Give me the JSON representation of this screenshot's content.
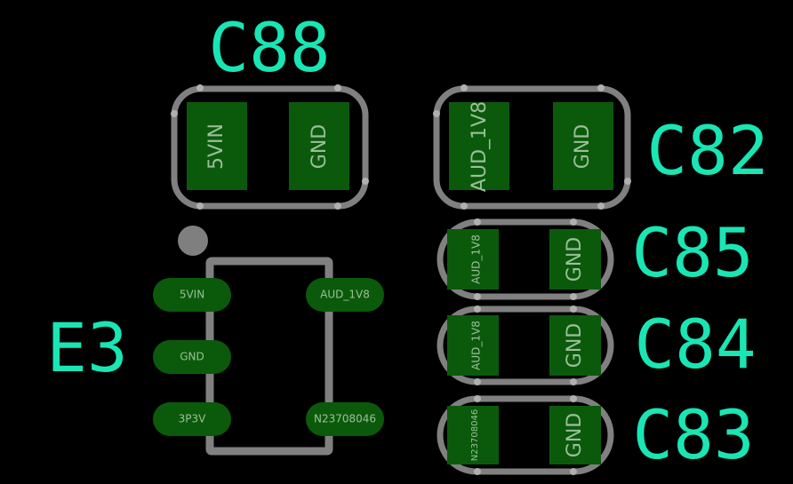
{
  "designators": {
    "c88": "C88",
    "c82": "C82",
    "c85": "C85",
    "c84": "C84",
    "c83": "C83",
    "e3": "E3"
  },
  "c88": {
    "pad1": "5VIN",
    "pad2": "GND"
  },
  "c82": {
    "pad1": "AUD_1V8",
    "pad2": "GND"
  },
  "c85": {
    "pad1": "AUD_1V8",
    "pad2": "GND"
  },
  "c84": {
    "pad1": "AUD_1V8",
    "pad2": "GND"
  },
  "c83": {
    "pad1": "N23708046",
    "pad2": "GND"
  },
  "e3": {
    "pin1": "5VIN",
    "pin2": "GND",
    "pin3": "3P3V",
    "pin4": "N23708046",
    "pin5": "AUD_1V8"
  },
  "colors": {
    "background": "#000000",
    "designator": "#19e6b4",
    "pad": "#0b5a0b",
    "outline": "#808080",
    "net_label": "#9bbf9b"
  }
}
